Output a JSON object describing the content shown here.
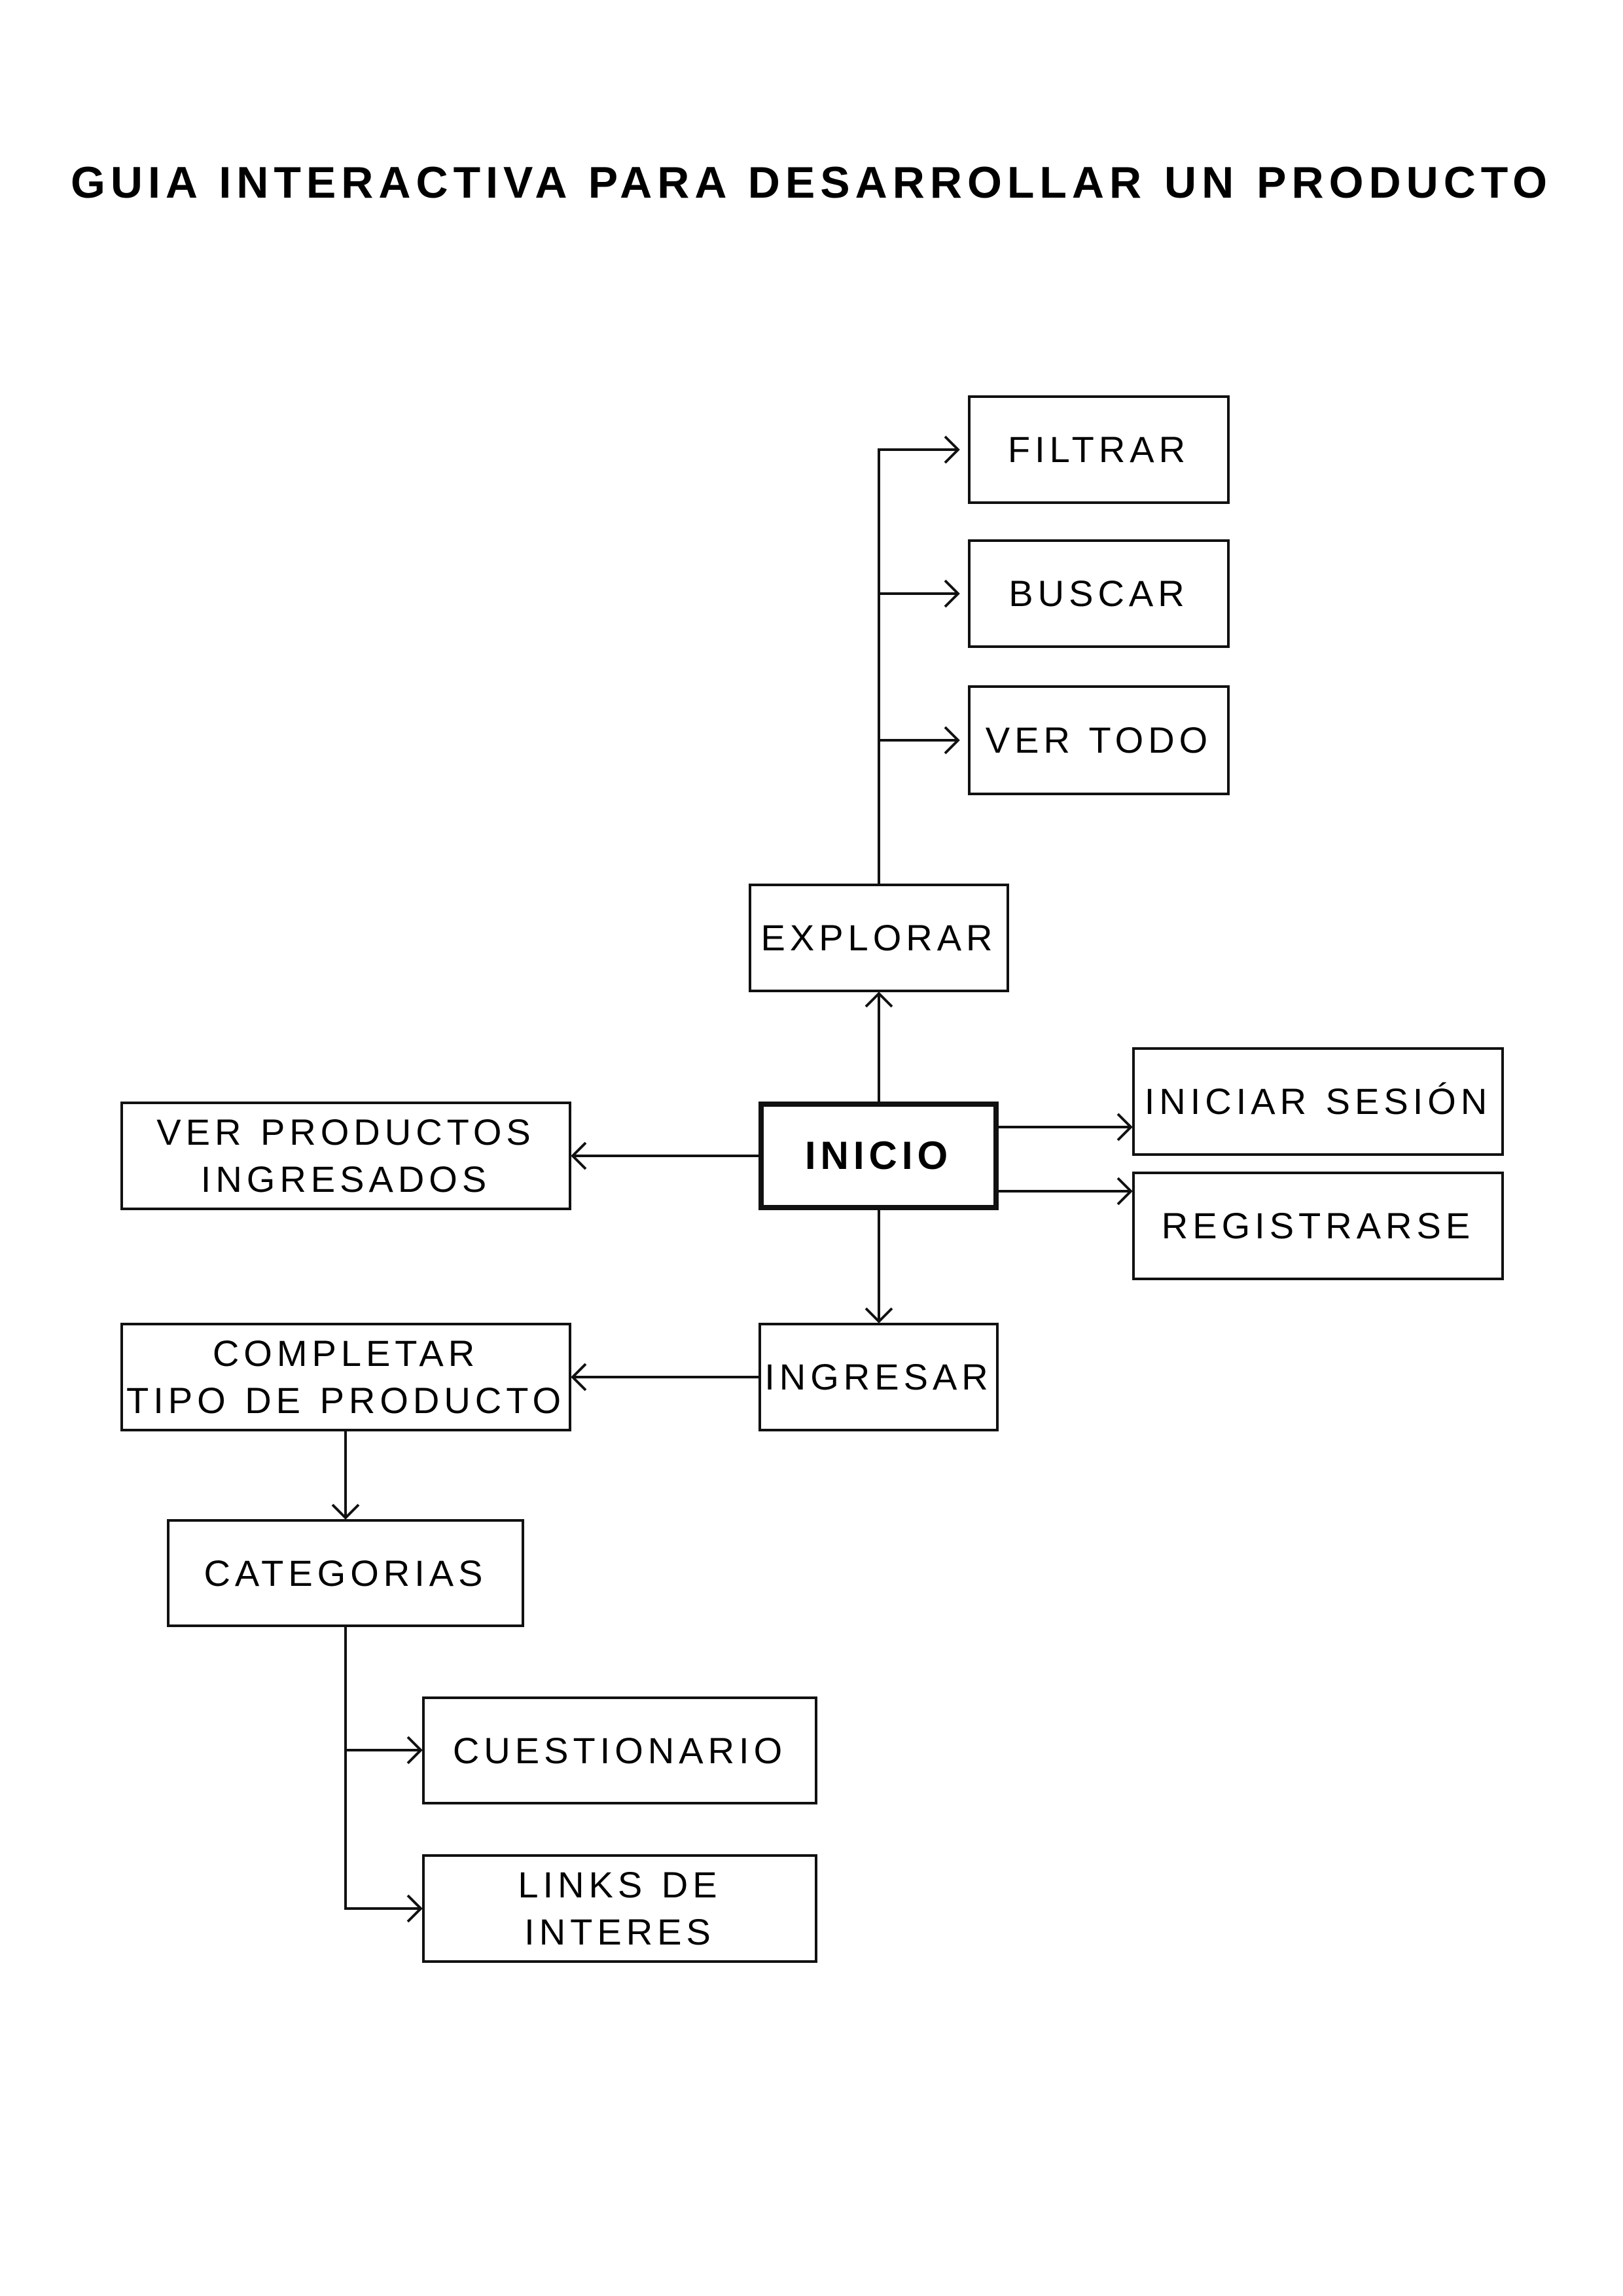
{
  "title": "GUIA INTERACTIVA PARA DESARROLLAR UN PRODUCTO",
  "nodes": {
    "filtrar": "FILTRAR",
    "buscar": "BUSCAR",
    "ver_todo": "VER TODO",
    "explorar": "EXPLORAR",
    "inicio": "INICIO",
    "iniciar_sesion": "INICIAR SESIÓN",
    "registrarse": "REGISTRARSE",
    "ver_productos": "VER PRODUCTOS\nINGRESADOS",
    "ingresar": "INGRESAR",
    "completar": "COMPLETAR\nTIPO DE PRODUCTO",
    "categorias": "CATEGORIAS",
    "cuestionario": "CUESTIONARIO",
    "links": "LINKS DE INTERES"
  },
  "edges": [
    {
      "from": "inicio",
      "to": "explorar"
    },
    {
      "from": "explorar",
      "to": "filtrar"
    },
    {
      "from": "explorar",
      "to": "buscar"
    },
    {
      "from": "explorar",
      "to": "ver_todo"
    },
    {
      "from": "inicio",
      "to": "iniciar_sesion"
    },
    {
      "from": "inicio",
      "to": "registrarse"
    },
    {
      "from": "inicio",
      "to": "ver_productos"
    },
    {
      "from": "inicio",
      "to": "ingresar"
    },
    {
      "from": "ingresar",
      "to": "completar"
    },
    {
      "from": "completar",
      "to": "categorias"
    },
    {
      "from": "categorias",
      "to": "cuestionario"
    },
    {
      "from": "categorias",
      "to": "links"
    }
  ],
  "colors": {
    "stroke": "#111111",
    "background": "#ffffff"
  }
}
